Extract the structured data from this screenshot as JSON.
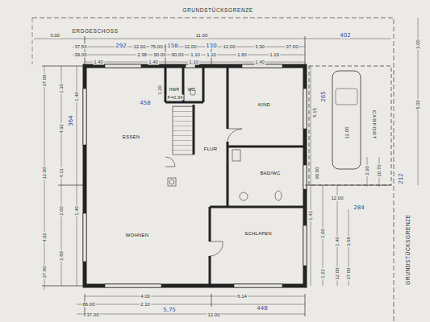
{
  "diagram": {
    "nodes": [
      {
        "text": [
          "HWR"
        ]
      },
      {
        "text": [
          "WC"
        ]
      },
      {
        "text": [
          "ESSEN"
        ]
      },
      {
        "text": [
          "FLUR"
        ]
      },
      {
        "text": [
          "KIND"
        ]
      },
      {
        "text": [
          "BAD/WC"
        ]
      },
      {
        "text": [
          "WOHNEN"
        ]
      },
      {
        "text": [
          "SCHLAFEN"
        ]
      },
      {
        "text": [
          "CARPORT"
        ]
      }
    ],
    "labels": [
      "GRUNDSTÜCKSGRENZE",
      "ERDGESCHOSS",
      "3.00",
      "11.00",
      "402",
      "37.50",
      "292",
      "12.00",
      "75.00",
      "158",
      "12.00",
      "130",
      "12.00",
      "3.30",
      "37.00",
      "39.00",
      "2.38",
      "90.00",
      "90.00",
      "1.10",
      "1.10",
      "1.60",
      "1.19",
      "1.40",
      "1.40",
      "1.10",
      "1.40",
      "458",
      "1.20",
      "F=0.34",
      "364",
      "37.00",
      "1.30",
      "1.40",
      "4.92",
      "12.00",
      "4.31",
      "2.00",
      "1.40",
      "4.92",
      "2.89",
      "37.00",
      "4.00",
      "6.14",
      "86.00",
      "2.10",
      "5,75",
      "448",
      "37.00",
      "12.00",
      "3.00",
      "5.00",
      "5.15",
      "265",
      "12.00",
      "90.00",
      "2.60",
      "10.70",
      "212",
      "284",
      "1.43",
      "12.00",
      "1.00",
      "1.40",
      "3.58",
      "1.22",
      "37.00",
      "12.00",
      "GRUNDSTÜCKSGRENZE"
    ]
  }
}
